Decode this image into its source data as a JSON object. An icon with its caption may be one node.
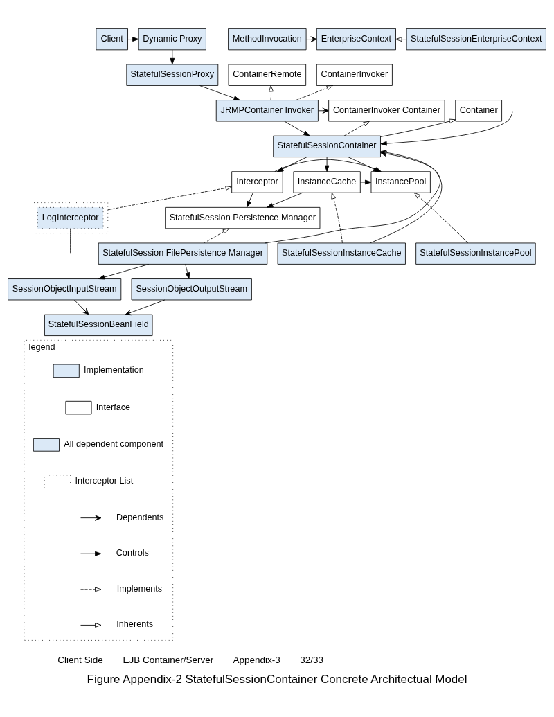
{
  "diagram": {
    "caption": "Figure Appendix-2 StatefulSessionContainer Concrete Architectual Model",
    "nodes": [
      {
        "text": [
          "Client"
        ]
      },
      {
        "text": [
          "Dynamic Proxy"
        ]
      },
      {
        "text": [
          "StatefulSessionProxy"
        ]
      },
      {
        "text": [
          "MethodInvocation"
        ]
      },
      {
        "text": [
          "EnterpriseContext"
        ]
      },
      {
        "text": [
          "StatefulSessionEnterpriseContext"
        ]
      },
      {
        "text": [
          "ContainerRemote"
        ]
      },
      {
        "text": [
          "ContainerInvoker"
        ]
      },
      {
        "text": [
          "JRMPContainer Invoker"
        ]
      },
      {
        "text": [
          "ContainerInvoker Container"
        ]
      },
      {
        "text": [
          "Container"
        ]
      },
      {
        "text": [
          "StatefulSessionContainer"
        ]
      },
      {
        "text": [
          "InstanceCache"
        ]
      },
      {
        "text": [
          "InstancePool"
        ]
      },
      {
        "text": [
          "Interceptor"
        ]
      },
      {
        "text": [
          "StatefulSession Persistence Manager"
        ]
      },
      {
        "text": [
          "StatefulSessionInstanceCache"
        ]
      },
      {
        "text": [
          "StatefulSessionInstancePool"
        ]
      },
      {
        "text": [
          "StatefulSession FilePersistence Manager"
        ]
      },
      {
        "text": [],
        "shape": "box"
      },
      {
        "text": [
          "LogInterceptor"
        ],
        "in": 19
      },
      {
        "text": [
          "SessionObjectInputStream"
        ]
      },
      {
        "text": [
          "SessionObjectOutputStream"
        ]
      },
      {
        "text": [
          "StatefulSessionBeanField"
        ]
      },
      {
        "text": [
          "legend"
        ]
      }
    ],
    "edges": [
      {
        "from": 0,
        "to": 1,
        "arrow": "to"
      },
      {
        "from": 1,
        "to": 2,
        "arrow": "to"
      },
      {
        "from": 2,
        "to": 8,
        "arrow": "to"
      },
      {
        "from": 3,
        "to": 4,
        "arrow": "to"
      },
      {
        "from": 5,
        "to": 4,
        "arrow": "to"
      },
      {
        "from": 8,
        "to": 6,
        "arrow": "to",
        "style": "dashed"
      },
      {
        "from": 8,
        "to": 7,
        "arrow": "to",
        "style": "dashed"
      },
      {
        "from": 8,
        "to": 9,
        "arrow": "to"
      },
      {
        "from": 8,
        "to": 11,
        "arrow": "to"
      },
      {
        "from": 11,
        "to": 9,
        "arrow": "to",
        "style": "dashed"
      },
      {
        "from": 11,
        "to": 10,
        "arrow": "to"
      },
      {
        "from": 11,
        "to": 12,
        "arrow": "to"
      },
      {
        "from": 11,
        "to": 13,
        "arrow": "to"
      },
      {
        "from": 11,
        "to": 14,
        "arrow": "to"
      },
      {
        "from": 12,
        "to": 13,
        "arrow": "to"
      },
      {
        "from": 14,
        "to": 13,
        "arrow": "to"
      },
      {
        "from": 12,
        "to": 15,
        "arrow": "to"
      },
      {
        "from": 14,
        "to": 15,
        "arrow": "to"
      },
      {
        "from": 16,
        "to": 12,
        "arrow": "to",
        "style": "dashed"
      },
      {
        "from": 17,
        "to": 13,
        "arrow": "to",
        "style": "dashed"
      },
      {
        "from": 18,
        "to": 15,
        "arrow": "to",
        "style": "dashed"
      },
      {
        "from": 19,
        "to": 14,
        "arrow": "to",
        "style": "dashed"
      },
      {
        "from": 16,
        "to": 11,
        "arrow": "to"
      },
      {
        "from": 18,
        "to": 11,
        "arrow": "to"
      },
      {
        "from": 18,
        "to": 21,
        "arrow": "to"
      },
      {
        "from": 18,
        "to": 22,
        "arrow": "to"
      },
      {
        "from": 21,
        "to": 23,
        "arrow": "to"
      },
      {
        "from": 22,
        "to": 23,
        "arrow": "to"
      },
      {
        "from": null,
        "to": 11,
        "arrow": "to"
      },
      {
        "from": 20,
        "to": null,
        "arrow": "none"
      }
    ],
    "labels": [
      "Client Side",
      "EJB Container/Server",
      "Appendix-3",
      "32/33"
    ],
    "legend": [
      {
        "text": "Implementation",
        "color": "#dbe9f7"
      },
      {
        "text": "Interface",
        "color": "#ffffff"
      },
      {
        "text": "All dependent component"
      },
      {
        "text": "Interceptor List"
      },
      {
        "text": "Dependents"
      },
      {
        "text": "Controls"
      },
      {
        "text": "Implements"
      },
      {
        "text": "Inherents"
      }
    ]
  }
}
